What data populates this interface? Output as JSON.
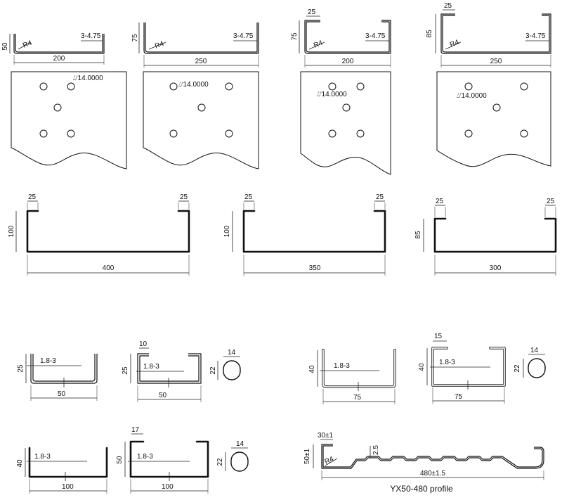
{
  "top_profiles": [
    {
      "height": "50",
      "radius": "R4",
      "thickness": "3-4.75",
      "width": "200"
    },
    {
      "height": "75",
      "radius": "R4",
      "thickness": "3-4.75",
      "width": "250"
    },
    {
      "lip": "25",
      "height": "75",
      "radius": "R4",
      "thickness": "3-4.75",
      "width": "200"
    },
    {
      "lip": "25",
      "height": "85",
      "radius": "R4",
      "thickness": "3-4.75",
      "width": "250"
    }
  ],
  "plates": [
    {
      "hole_label": "⌰14.0000"
    },
    {
      "hole_label": "⌰14.0000"
    },
    {
      "hole_label": "⌰14.0000"
    },
    {
      "hole_label": "⌰14.0000"
    }
  ],
  "middle_channels": [
    {
      "lip_left": "25",
      "lip_right": "25",
      "height": "100",
      "width": "400"
    },
    {
      "lip_left": "25",
      "lip_right": "25",
      "height": "100",
      "width": "350"
    },
    {
      "lip_left": "25",
      "lip_right": "25",
      "height": "85",
      "width": "300"
    }
  ],
  "small_channels": [
    {
      "thickness": "1.8-3",
      "height": "25",
      "width": "50"
    },
    {
      "lip": "10",
      "thickness": "1.8-3",
      "height": "25",
      "width": "50",
      "slot_height": "22",
      "slot_width": "14"
    },
    {
      "thickness": "1.8-3",
      "height": "40",
      "width": "75"
    },
    {
      "lip": "15",
      "thickness": "1.8-3",
      "height": "40",
      "width": "75",
      "slot_height": "22",
      "slot_width": "14"
    },
    {
      "thickness": "1.8-3",
      "height": "40",
      "width": "100"
    },
    {
      "lip": "17",
      "thickness": "1.8-3",
      "height": "50",
      "width": "100",
      "slot_height": "22",
      "slot_width": "14"
    }
  ],
  "yx_profile": {
    "lip": "30±1",
    "height": "50±1",
    "radius": "R4",
    "rib": "2.5",
    "width": "480±1.5",
    "caption": "YX50-480 profile"
  }
}
